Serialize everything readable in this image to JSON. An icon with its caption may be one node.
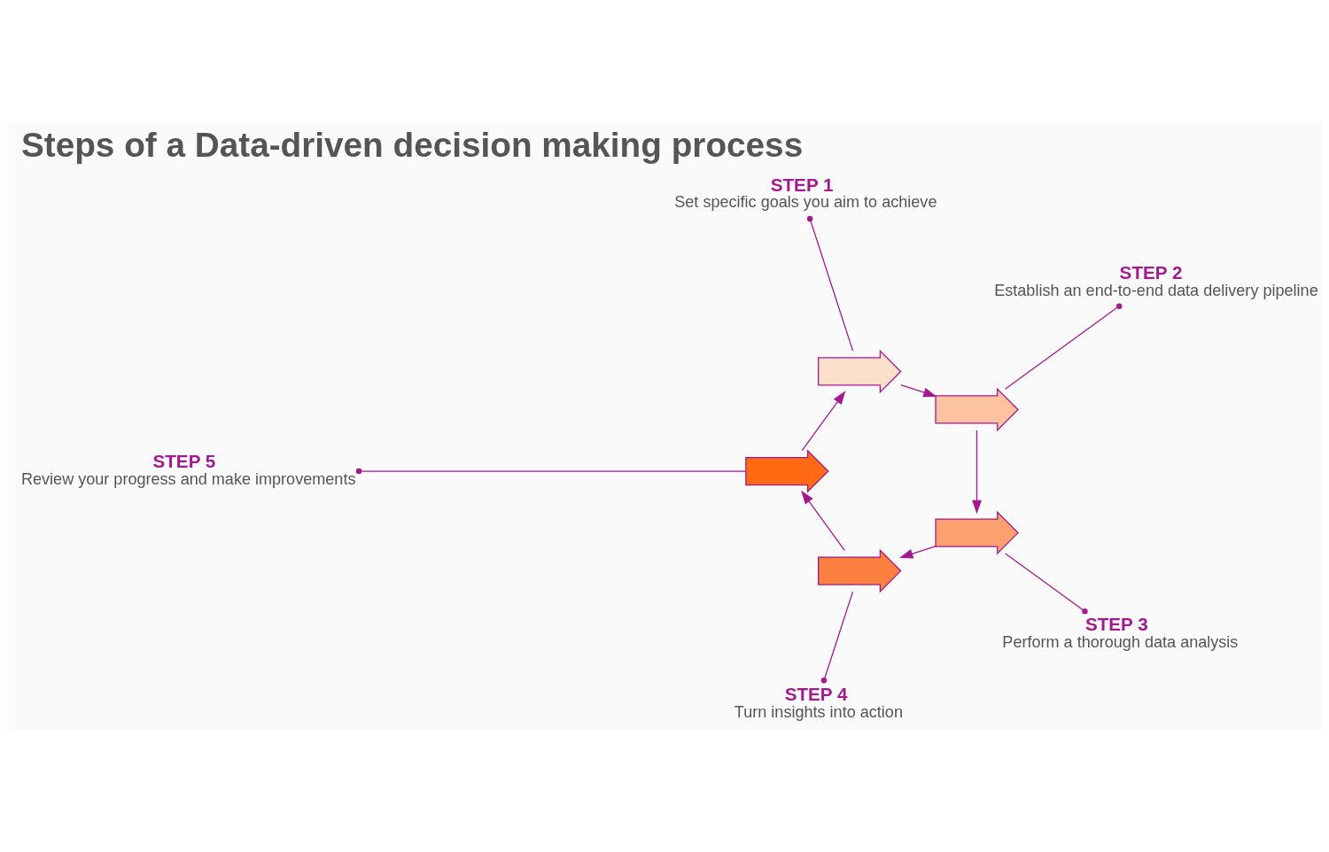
{
  "diagram": {
    "title": "Steps of a Data-driven decision making process",
    "nodes": [
      {
        "text": [
          "STEP 5",
          "Review your progress and make improvements"
        ]
      },
      {
        "text": [
          "STEP 1",
          "Set specific goals you aim to achieve"
        ]
      },
      {
        "text": [
          "STEP 4",
          "Turn insights into action"
        ]
      },
      {
        "text": [
          "STEP 2",
          "Establish an end-to-end data delivery pipeline"
        ]
      },
      {
        "text": [
          "STEP 3",
          "Perform a thorough data analysis"
        ]
      },
      {
        "text": [],
        "shape": "arrow"
      },
      {
        "text": [],
        "shape": "arrow"
      },
      {
        "text": [],
        "shape": "arrow"
      },
      {
        "text": [],
        "shape": "arrow"
      },
      {
        "text": [],
        "shape": "arrow"
      }
    ],
    "edges": [
      {
        "from": 1,
        "to": 5,
        "arrow": "other"
      },
      {
        "from": 3,
        "to": 6,
        "arrow": "other"
      },
      {
        "from": 4,
        "to": 7,
        "arrow": "other"
      },
      {
        "from": 2,
        "to": 8,
        "arrow": "other"
      },
      {
        "from": 0,
        "to": 9,
        "arrow": "other"
      },
      {
        "from": 5,
        "to": 6,
        "arrow": "to"
      },
      {
        "from": 6,
        "to": 7,
        "arrow": "to"
      },
      {
        "from": 7,
        "to": 8,
        "arrow": "to"
      },
      {
        "from": 8,
        "to": 9,
        "arrow": "to"
      },
      {
        "from": 9,
        "to": 5,
        "arrow": "to"
      }
    ]
  }
}
